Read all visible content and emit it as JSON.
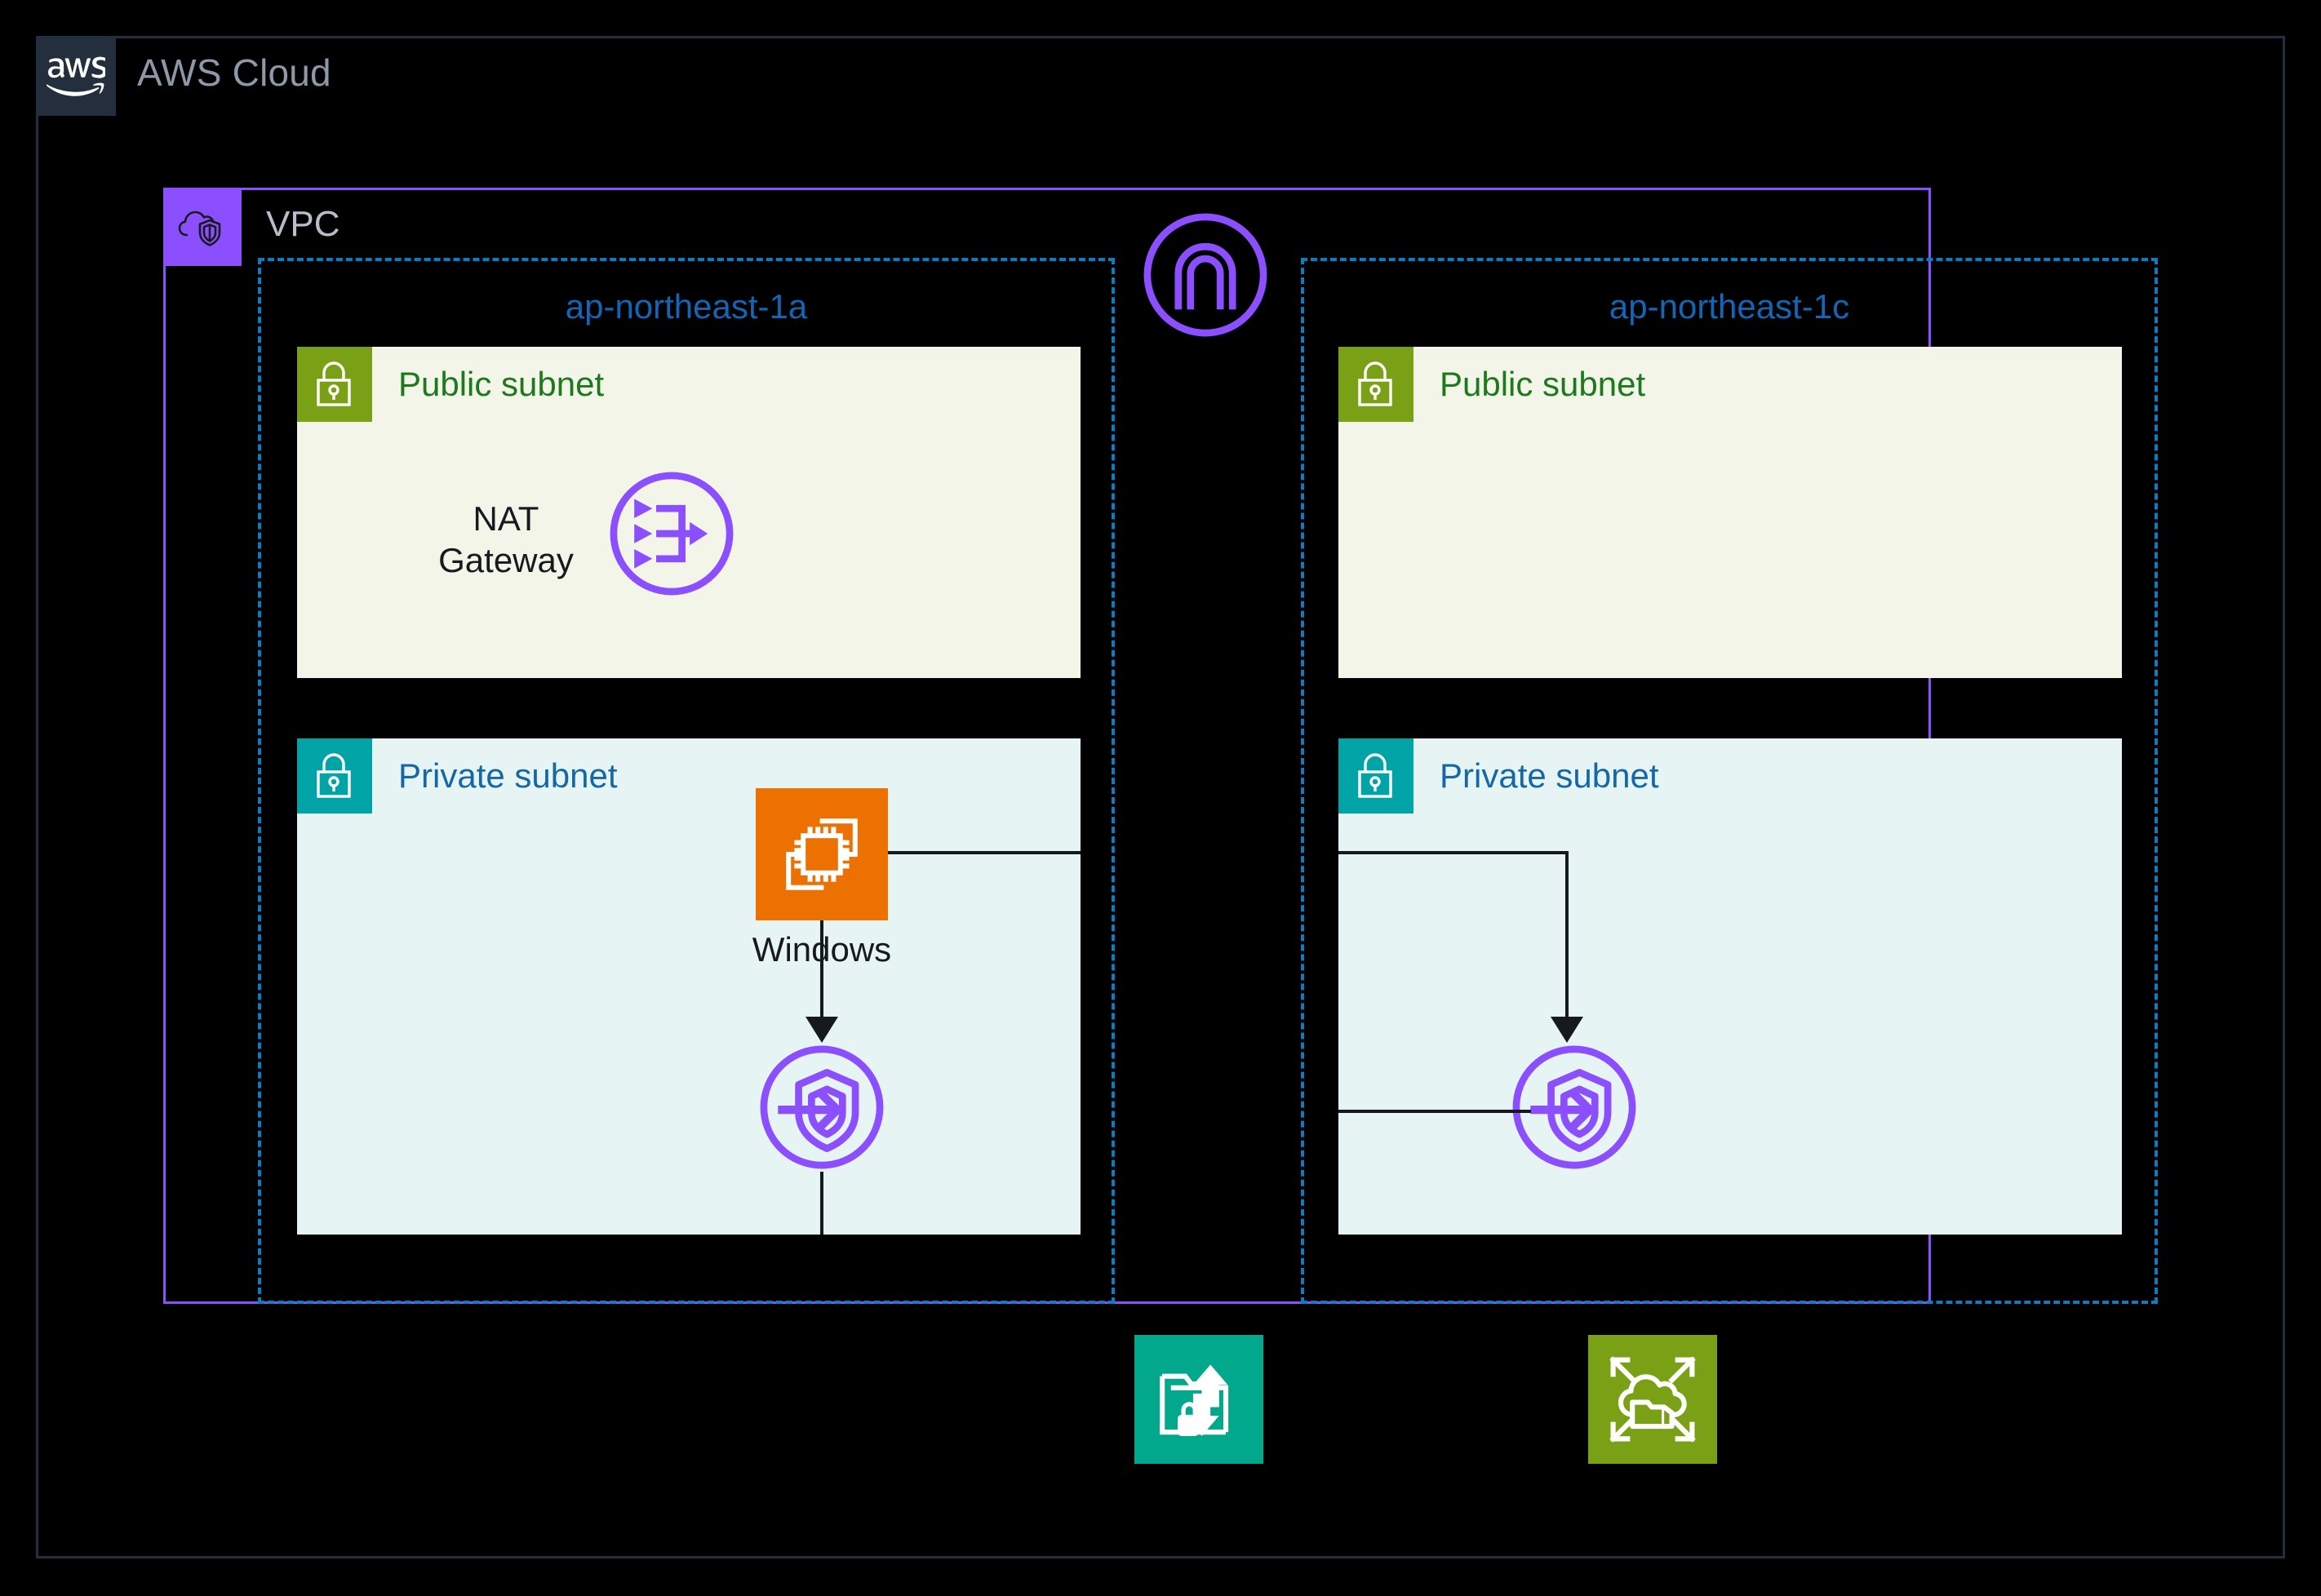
{
  "diagram": {
    "type": "aws-architecture",
    "cloud": {
      "title": "AWS Cloud",
      "logo_icon": "aws-logo-icon",
      "border_color": "#242F3E"
    },
    "vpc": {
      "title": "VPC",
      "icon": "vpc-cloud-shield-icon",
      "border_color": "#8C4FFF",
      "badge_color": "#8C4FFF"
    },
    "internet_gateway": {
      "icon": "internet-gateway-icon",
      "color": "#8C4FFF"
    },
    "availability_zones": [
      {
        "label": "ap-northeast-1a",
        "label_color": "#1266B5",
        "border_color": "#0E7DC0",
        "subnets": [
          {
            "kind": "public",
            "label": "Public subnet",
            "badge_icon": "lock-icon",
            "badge_color": "#7AA116",
            "label_color": "#1C7A1C",
            "fill": "#F2F5E8",
            "resources": [
              {
                "label": "NAT\nGateway",
                "label_line1": "NAT",
                "label_line2": "Gateway",
                "icon": "nat-gateway-icon",
                "color": "#8C4FFF"
              }
            ]
          },
          {
            "kind": "private",
            "label": "Private subnet",
            "badge_icon": "lock-icon",
            "badge_color": "#00A4A6",
            "label_color": "#1468A8",
            "fill": "#E6F4F3",
            "resources": [
              {
                "label": "Windows",
                "icon": "ec2-instance-icon",
                "color": "#ED7100"
              },
              {
                "label": "",
                "icon": "vpc-endpoint-icon",
                "color": "#8C4FFF"
              }
            ]
          }
        ]
      },
      {
        "label": "ap-northeast-1c",
        "label_color": "#1266B5",
        "border_color": "#0E7DC0",
        "subnets": [
          {
            "kind": "public",
            "label": "Public subnet",
            "badge_icon": "lock-icon",
            "badge_color": "#7AA116",
            "label_color": "#1C7A1C",
            "fill": "#F2F5E8",
            "resources": []
          },
          {
            "kind": "private",
            "label": "Private subnet",
            "badge_icon": "lock-icon",
            "badge_color": "#00A4A6",
            "label_color": "#1468A8",
            "fill": "#E6F4F3",
            "resources": [
              {
                "label": "",
                "icon": "vpc-endpoint-icon",
                "color": "#8C4FFF"
              }
            ]
          }
        ]
      }
    ],
    "external_services": [
      {
        "icon": "transfer-family-icon",
        "color": "#02A88C",
        "label": ""
      },
      {
        "icon": "fsx-file-storage-icon",
        "color": "#7AA116",
        "label": ""
      }
    ],
    "connectors": [
      {
        "from": "ec2-instance-icon",
        "to": "az-right-boundary",
        "style": "solid"
      },
      {
        "from": "ec2-instance-icon",
        "to": "vpc-endpoint-left",
        "style": "solid-arrow"
      },
      {
        "from": "vpc-endpoint-left",
        "to": "subnet-bottom-edge",
        "style": "solid"
      },
      {
        "from": "az-right-left-edge",
        "to": "vpc-endpoint-right",
        "style": "solid-arrow"
      },
      {
        "from": "az-right-left-edge-lower",
        "to": "vpc-endpoint-right",
        "style": "solid"
      }
    ]
  }
}
